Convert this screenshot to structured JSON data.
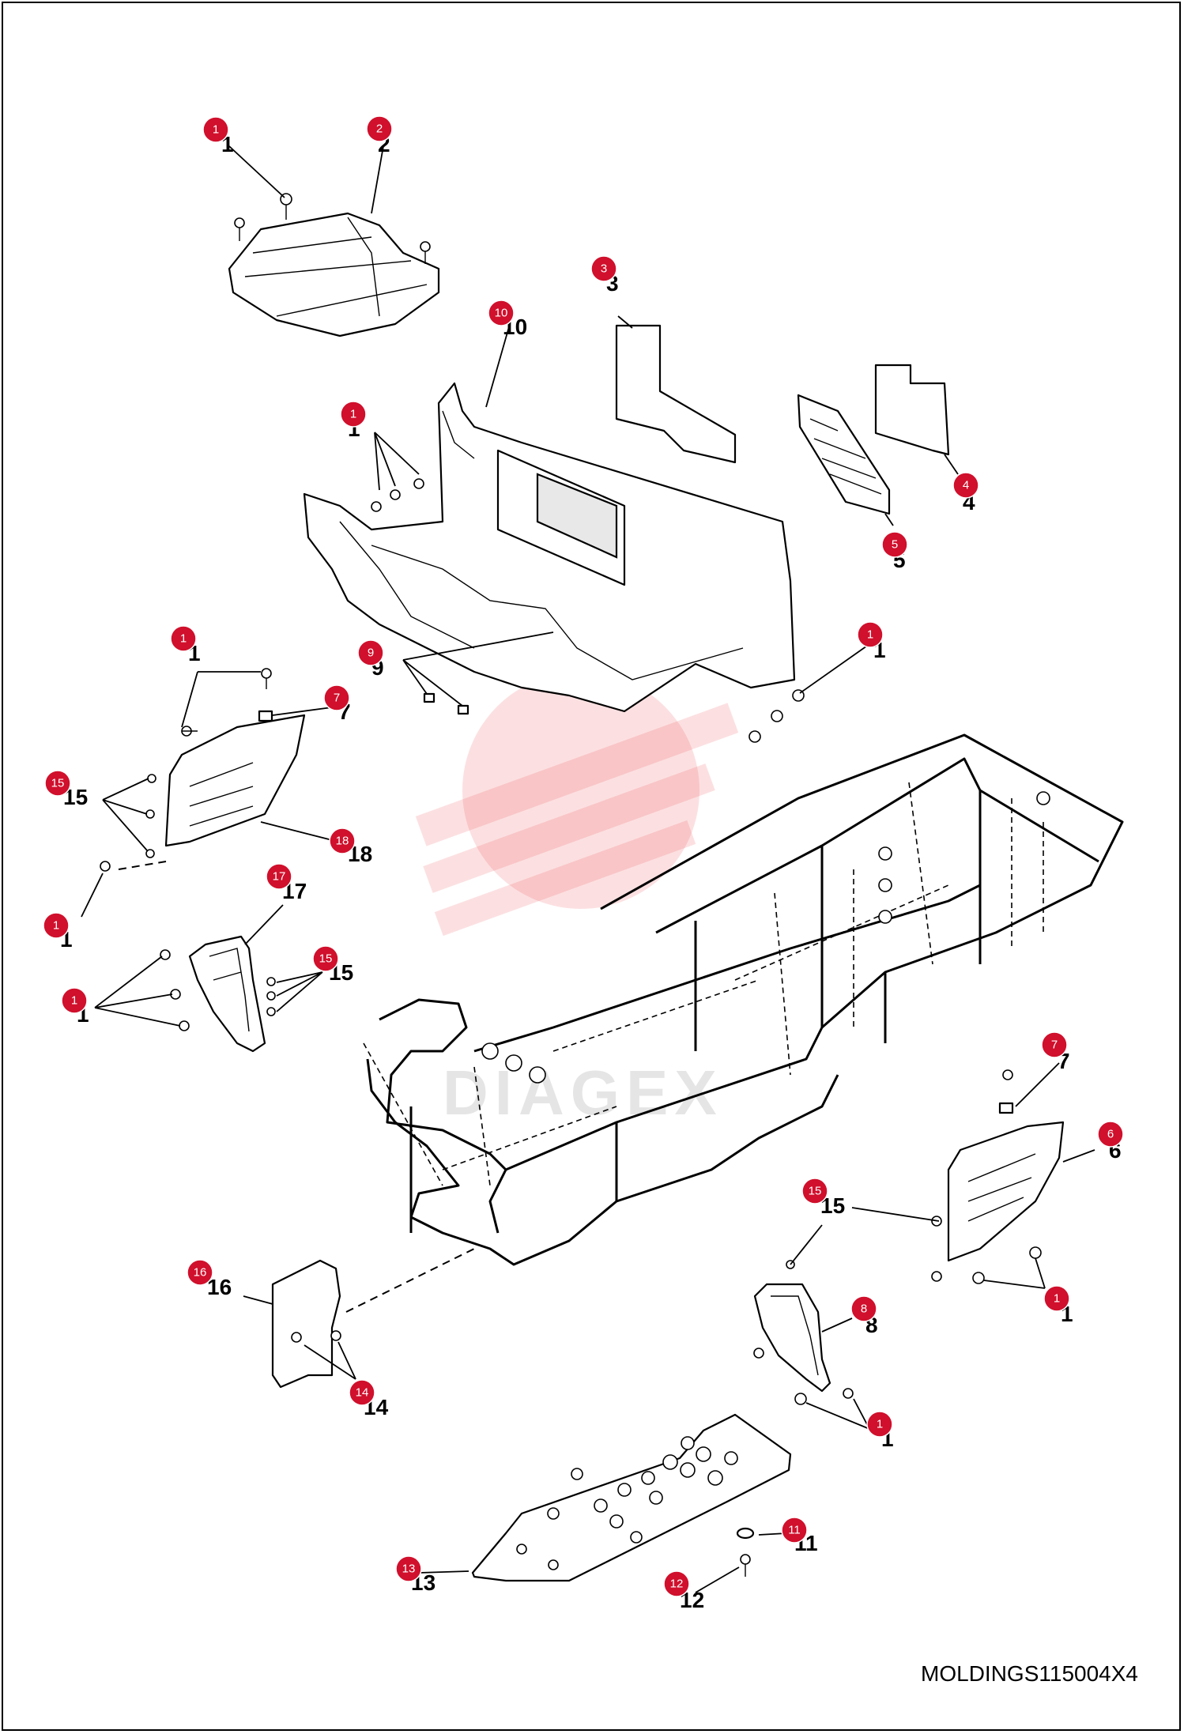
{
  "drawing": {
    "code": "MOLDINGS115004X4"
  },
  "watermark": {
    "text": "DIAGEX"
  },
  "callouts": [
    {
      "id": "c1a",
      "label": "1"
    },
    {
      "id": "c2",
      "label": "2"
    },
    {
      "id": "c3",
      "label": "3"
    },
    {
      "id": "c10",
      "label": "10"
    },
    {
      "id": "c4",
      "label": "4"
    },
    {
      "id": "c5",
      "label": "5"
    },
    {
      "id": "c1b",
      "label": "1"
    },
    {
      "id": "c1c",
      "label": "1"
    },
    {
      "id": "c9",
      "label": "9"
    },
    {
      "id": "c1d",
      "label": "1"
    },
    {
      "id": "c7a",
      "label": "7"
    },
    {
      "id": "c15a",
      "label": "15"
    },
    {
      "id": "c18",
      "label": "18"
    },
    {
      "id": "c1e",
      "label": "1"
    },
    {
      "id": "c17",
      "label": "17"
    },
    {
      "id": "c15b",
      "label": "15"
    },
    {
      "id": "c1f",
      "label": "1"
    },
    {
      "id": "c7b",
      "label": "7"
    },
    {
      "id": "c6",
      "label": "6"
    },
    {
      "id": "c15c",
      "label": "15"
    },
    {
      "id": "c1g",
      "label": "1"
    },
    {
      "id": "c16",
      "label": "16"
    },
    {
      "id": "c8",
      "label": "8"
    },
    {
      "id": "c14",
      "label": "14"
    },
    {
      "id": "c1h",
      "label": "1"
    },
    {
      "id": "c11",
      "label": "11"
    },
    {
      "id": "c13",
      "label": "13"
    },
    {
      "id": "c12",
      "label": "12"
    }
  ]
}
